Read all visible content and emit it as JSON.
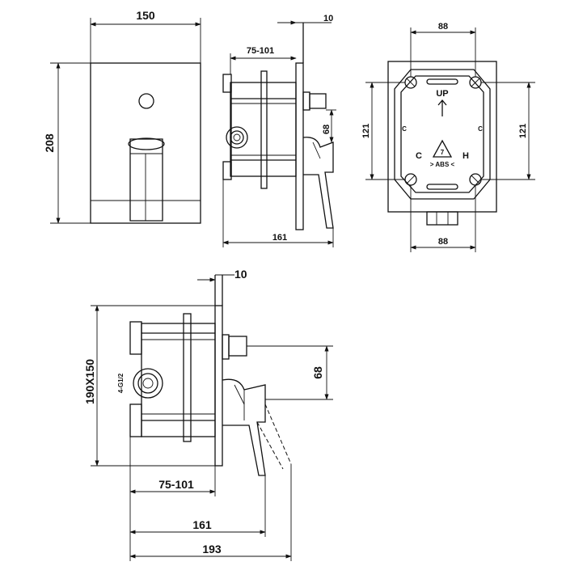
{
  "front_view": {
    "width_dim": "150",
    "height_dim": "208"
  },
  "side_view": {
    "plate_dim": "10",
    "depth_dim": "75-101",
    "offset_dim": "68",
    "total_dim": "161"
  },
  "back_view": {
    "top_dim": "88",
    "bottom_dim": "88",
    "left_dim": "121",
    "right_dim": "121",
    "up_label": "UP",
    "cold_label": "C",
    "hot_label": "H",
    "recycle_number": "7",
    "material_label": "> ABS <",
    "side_c_left": "C",
    "side_c_right": "C"
  },
  "detail_view": {
    "plate_dim": "10",
    "body_dim": "190X150",
    "thread_label": "4-G1/2",
    "offset_dim": "68",
    "depth_dim": "75-101",
    "mid_dim": "161",
    "total_dim": "193"
  }
}
